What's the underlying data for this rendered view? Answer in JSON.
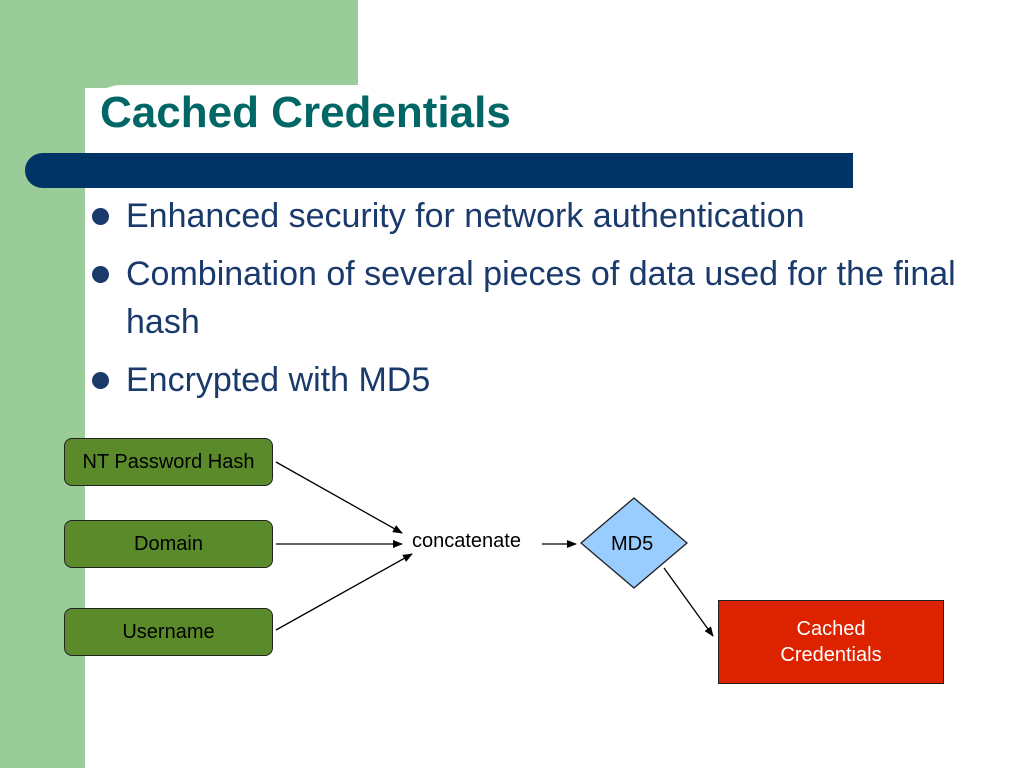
{
  "slide": {
    "title": "Cached Credentials",
    "bullets": [
      "Enhanced security for network authentication",
      "Combination of several pieces of data used for the final hash",
      "Encrypted with MD5"
    ]
  },
  "diagram": {
    "inputs": {
      "nt_password_hash": "NT Password Hash",
      "domain": "Domain",
      "username": "Username"
    },
    "concatenate_label": "concatenate",
    "md5_label": "MD5",
    "output_label": "Cached Credentials"
  },
  "colors": {
    "title": "#006666",
    "bullet_text": "#1a3a6b",
    "title_bar": "#003366",
    "accent_green": "#99cc99",
    "input_box": "#5a8a2a",
    "md5_diamond": "#99ccff",
    "output_box": "#dd2200"
  }
}
